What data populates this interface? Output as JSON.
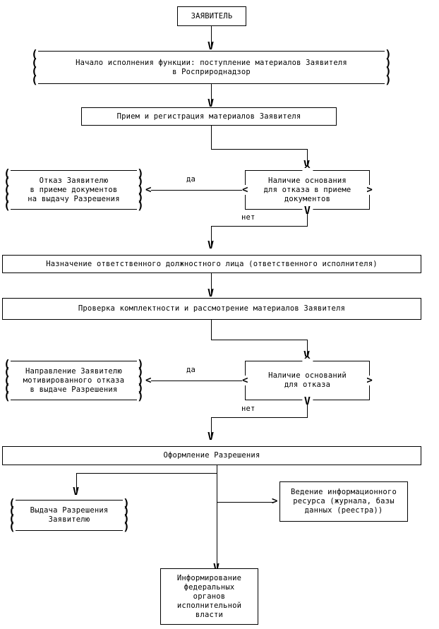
{
  "diagram": {
    "title": "Блок-схема исполнения государственной функции",
    "language": "ru",
    "nodes": {
      "applicant": {
        "text": "ЗАЯВИТЕЛЬ",
        "type": "process"
      },
      "start": {
        "text": "Начало исполнения функции: поступление материалов Заявителя\nв Росприроднадзор",
        "type": "document"
      },
      "receive": {
        "text": "Прием и регистрация материалов Заявителя",
        "type": "process"
      },
      "refuse_accept": {
        "text": "Отказ Заявителю\nв приеме документов\nна выдачу Разрешения",
        "type": "document"
      },
      "decision1": {
        "text": "Наличие основания\nдля отказа в приеме\nдокументов",
        "type": "decision"
      },
      "assign": {
        "text": "Назначение ответственного должностного лица (ответственного исполнителя)",
        "type": "process"
      },
      "check": {
        "text": "Проверка комплектности и рассмотрение материалов Заявителя",
        "type": "process"
      },
      "refuse_issue": {
        "text": "Направление Заявителю\nмотивированного отказа\nв выдаче Разрешения",
        "type": "document"
      },
      "decision2": {
        "text": "Наличие оснований\nдля отказа",
        "type": "decision"
      },
      "permit": {
        "text": "Оформление Разрешения",
        "type": "process"
      },
      "issue_permit": {
        "text": "Выдача Разрешения\nЗаявителю",
        "type": "document"
      },
      "registry": {
        "text": "Ведение информационного\nресурса (журнала, базы\nданных (реестра))",
        "type": "process"
      },
      "inform": {
        "text": "Информирование\nфедеральных\nорганов\nисполнительной\nвласти",
        "type": "process"
      }
    },
    "edge_labels": {
      "yes1": "да",
      "no1": "нет",
      "yes2": "да",
      "no2": "нет"
    },
    "glyphs": {
      "paren_left": "(",
      "paren_right": ")",
      "arrow_down": "V",
      "arrow_left": "<",
      "arrow_right": ">",
      "caret_up": "^"
    },
    "colors": {
      "stroke": "#000000",
      "background": "#ffffff",
      "text": "#000000"
    }
  }
}
